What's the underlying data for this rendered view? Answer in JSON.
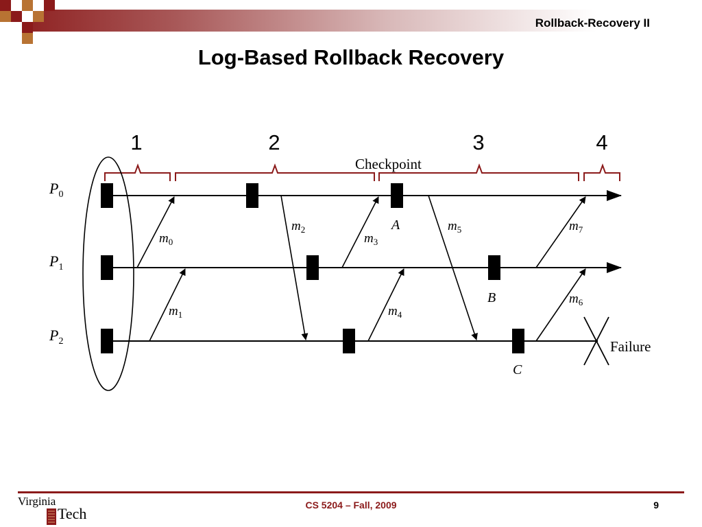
{
  "header": {
    "title": "Rollback-Recovery II",
    "colors": {
      "primary": "#8b1a1a",
      "secondary": "#b87333"
    }
  },
  "slide": {
    "title": "Log-Based Rollback Recovery"
  },
  "diagram": {
    "interval_labels": [
      "1",
      "2",
      "3",
      "4"
    ],
    "checkpoint_label": "Checkpoint",
    "processes": [
      {
        "name": "P",
        "sub": "0"
      },
      {
        "name": "P",
        "sub": "1"
      },
      {
        "name": "P",
        "sub": "2"
      }
    ],
    "messages": [
      {
        "name": "m",
        "sub": "0"
      },
      {
        "name": "m",
        "sub": "1"
      },
      {
        "name": "m",
        "sub": "2"
      },
      {
        "name": "m",
        "sub": "3"
      },
      {
        "name": "m",
        "sub": "4"
      },
      {
        "name": "m",
        "sub": "5"
      },
      {
        "name": "m",
        "sub": "6"
      },
      {
        "name": "m",
        "sub": "7"
      }
    ],
    "point_labels": [
      "A",
      "B",
      "C"
    ],
    "failure_label": "Failure"
  },
  "footer": {
    "course": "CS 5204 – Fall, 2009",
    "page": "9",
    "logo_line1": "Virginia",
    "logo_line2": "Tech"
  }
}
